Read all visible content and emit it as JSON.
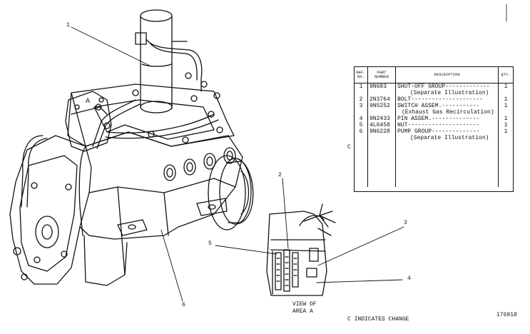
{
  "callouts": {
    "c1": "1",
    "c2": "2",
    "c3": "3",
    "c4": "4",
    "c5": "5",
    "c6": "6"
  },
  "detail_label": {
    "line1": "VIEW OF",
    "line2": "AREA A"
  },
  "area_marker": "A",
  "change_note": "C INDICATES CHANGE",
  "illustration_number": "176918",
  "parts_table": {
    "headers": {
      "ref": "REF. NO.",
      "part": "PART NUMBER",
      "desc": "DESCRIPTION",
      "qty": "QTY."
    },
    "rows": [
      {
        "ref": "1",
        "part": "9N683",
        "desc": "SHUT-OFF GROUP-------------",
        "qty": "1"
      },
      {
        "ref": "",
        "part": "",
        "desc": "(Separate Illustration)",
        "qty": "",
        "sub": true
      },
      {
        "ref": "2",
        "part": "2N3764",
        "desc": "BOLT---------------------",
        "qty": "1"
      },
      {
        "ref": "3",
        "part": "9N5252",
        "desc": "SWITCH ASSEM.-----------",
        "qty": "1"
      },
      {
        "ref": "",
        "part": "",
        "desc": "(Exhaust Gas Recirculation)",
        "qty": "",
        "sub": true
      },
      {
        "ref": "4",
        "part": "9N2433",
        "desc": "PIN ASSEM.--------------",
        "qty": "1"
      },
      {
        "ref": "5",
        "part": "4L6458",
        "desc": "NUT---------------------",
        "qty": "1"
      },
      {
        "ref": "6",
        "part": "9N6228",
        "desc": "PUMP GROUP--------------",
        "qty": "1",
        "change": "C"
      },
      {
        "ref": "",
        "part": "",
        "desc": "(Separate Illustration)",
        "qty": "",
        "sub": true
      }
    ]
  }
}
